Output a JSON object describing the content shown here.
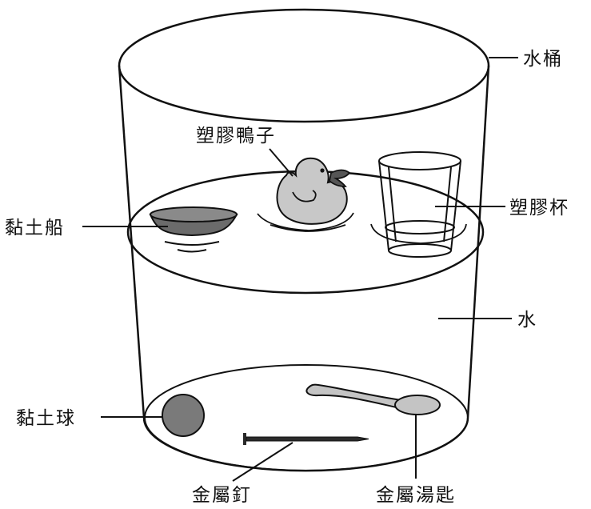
{
  "labels": {
    "bucket": "水桶",
    "duck": "塑膠鴨子",
    "cup": "塑膠杯",
    "clay_boat": "黏土船",
    "water": "水",
    "clay_ball": "黏土球",
    "nail": "金屬釘",
    "spoon": "金屬湯匙"
  },
  "colors": {
    "outline": "#111111",
    "clay_boat": "#6b6b6b",
    "duck": "#c8c8c8",
    "clay_ball": "#7a7a7a",
    "spoon": "#c4c4c4",
    "nail": "#2a2a2a"
  }
}
